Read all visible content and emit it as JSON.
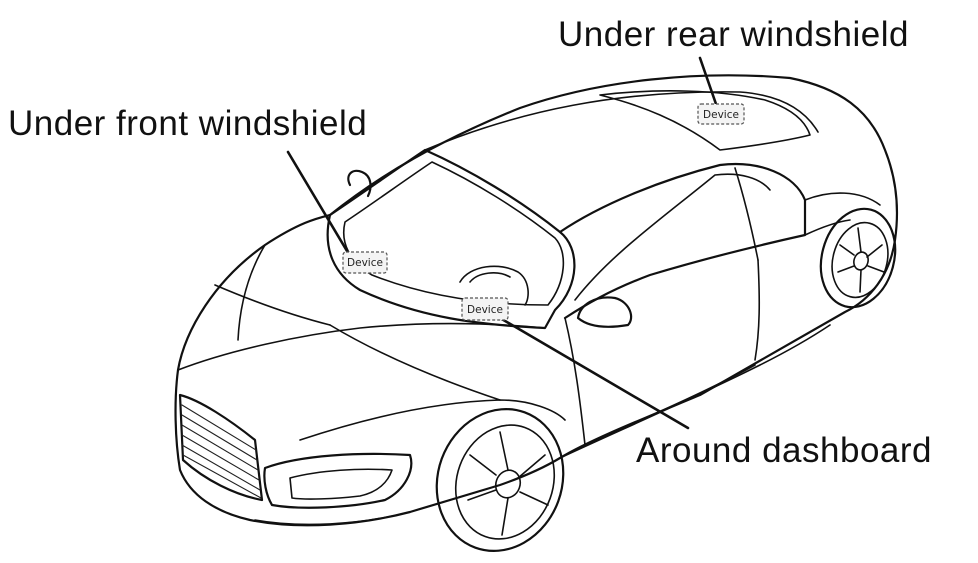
{
  "labels": {
    "rear": "Under rear windshield",
    "front": "Under front windshield",
    "dash": "Around dashboard"
  },
  "device_tags": {
    "rear": "Device",
    "front": "Device",
    "dash": "Device"
  }
}
